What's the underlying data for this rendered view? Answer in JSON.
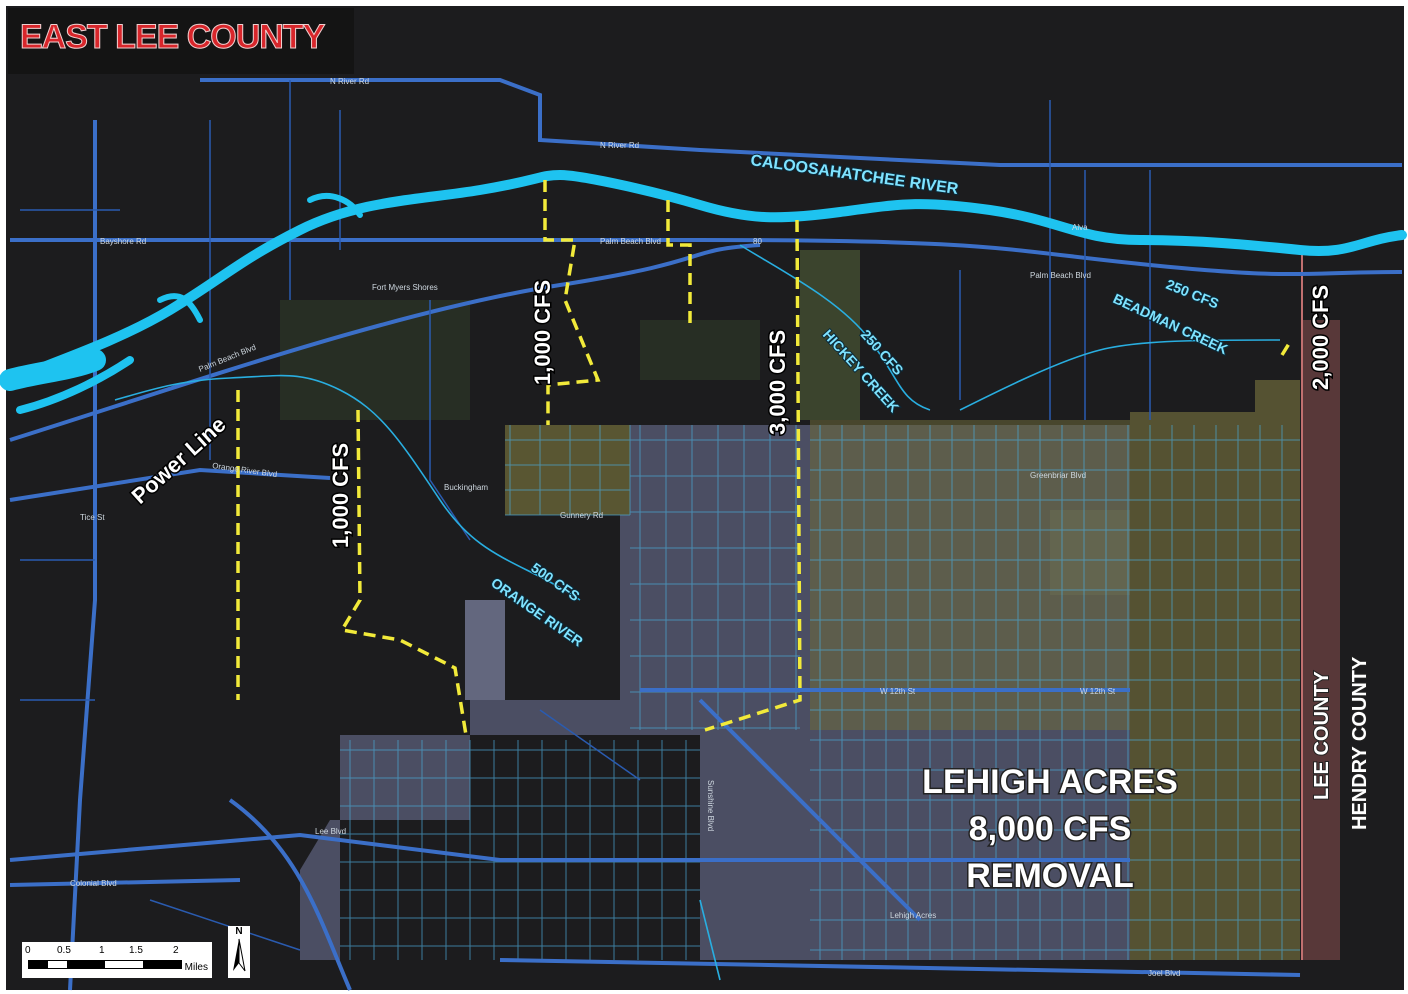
{
  "title": "EAST LEE COUNTY",
  "colors": {
    "background": "#1c1c1e",
    "river": "#1ec3f0",
    "major_road": "#3b6fc8",
    "minor_road": "#2a5bb0",
    "grid_street": "#4aa7d4",
    "flow_line": "#f2ea3a",
    "lehigh_fill": "#6a6f8a",
    "green_fill": "#55663a",
    "olive_fill": "#6e6a3a",
    "county_line": "#b06a6a"
  },
  "water_labels": {
    "caloosahatchee": "CALOOSAHATCHEE RIVER",
    "beadman": "BEADMAN CREEK",
    "hickey": "HICKEY CREEK",
    "orange": "ORANGE RIVER"
  },
  "flow_labels": {
    "f1000_a": "1,000 CFS",
    "f1000_b": "1,000 CFS",
    "f3000": "3,000 CFS",
    "f2000": "2,000 CFS",
    "f250_a": "250 CFS",
    "f250_b": "250 CFS",
    "f500": "500 CFS"
  },
  "power_line": "Power Line",
  "lehigh": {
    "line1": "LEHIGH ACRES",
    "line2": "8,000 CFS",
    "line3": "REMOVAL"
  },
  "county": {
    "lee": "LEE COUNTY",
    "hendry": "HENDRY COUNTY"
  },
  "roads": {
    "n_river": "N River Rd",
    "n_river_2": "N River Rd",
    "bayshore": "Bayshore Rd",
    "palm_beach": "Palm Beach Blvd",
    "palm_beach_2": "Palm Beach Blvd",
    "palm_beach_3": "Palm Beach Blvd",
    "orange_river": "Orange River Blvd",
    "buckingham": "Buckingham",
    "lee_blvd": "Lee Blvd",
    "colonial": "Colonial Blvd",
    "w12th": "W 12th St",
    "w12th_2": "W 12th St",
    "gunnery": "Gunnery Rd",
    "greenbriar": "Greenbriar Blvd",
    "sunshine": "Sunshine Blvd",
    "lehigh_acres_place": "Lehigh Acres",
    "state_road_80": "80",
    "tice": "Tice St",
    "joel": "Joel Blvd",
    "fort_myers_shores": "Fort Myers Shores",
    "alva": "Alva"
  },
  "scale": {
    "ticks": [
      "0",
      "0.5",
      "1",
      "1.5",
      "2"
    ],
    "units": "Miles",
    "north": "N"
  }
}
